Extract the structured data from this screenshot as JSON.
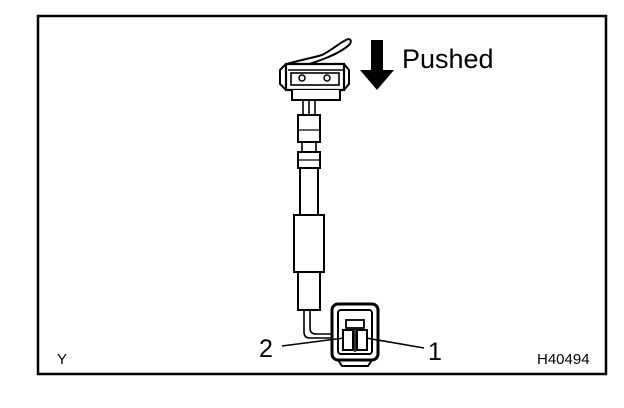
{
  "diagram": {
    "action_label": "Pushed",
    "terminal_left": "2",
    "terminal_right": "1",
    "corner_code": "Y",
    "figure_id": "H40494",
    "action_arrow_icon": "down-arrow-icon",
    "colors": {
      "ink": "#000000",
      "paper": "#ffffff",
      "shade": "#c8c8c8"
    }
  }
}
